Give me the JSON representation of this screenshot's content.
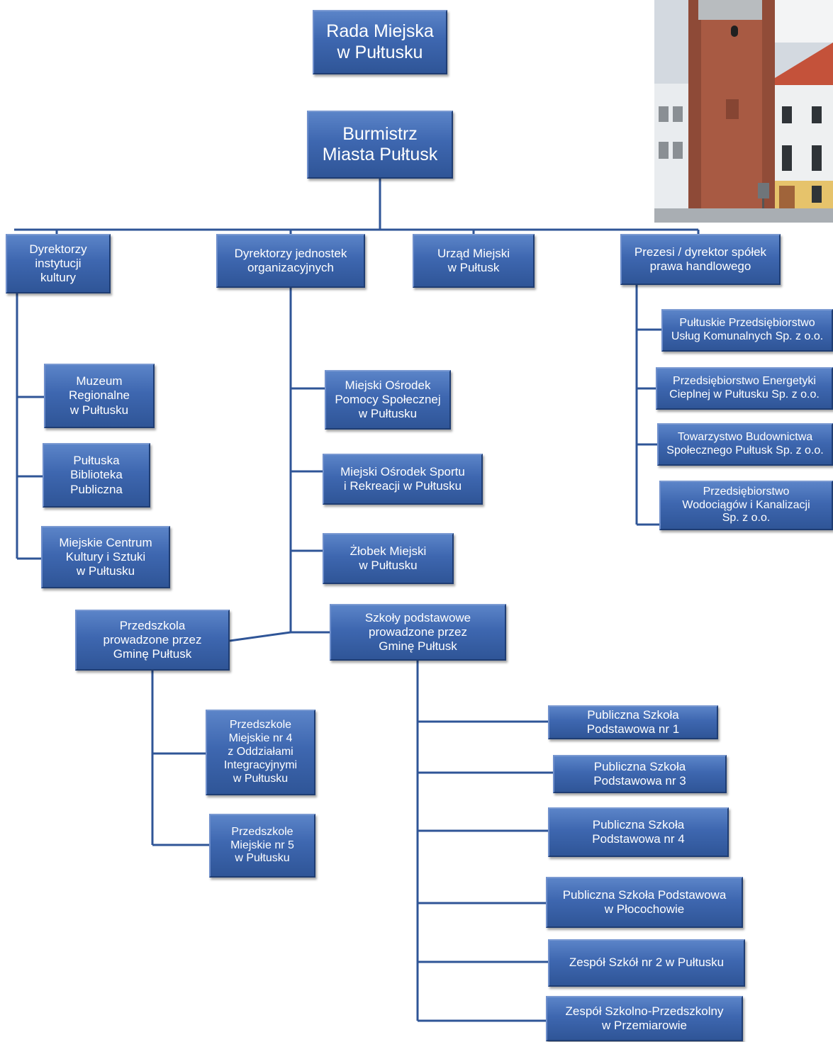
{
  "root": {
    "council": "Rada Miejska\nw Pułtusku",
    "mayor": "Burmistrz\nMiasta Pułtusk"
  },
  "level2": {
    "culture_directors": "Dyrektorzy\ninstytucji\nkultury",
    "unit_directors": "Dyrektorzy jednostek\norganizacyjnych",
    "city_office": "Urząd Miejski\nw Pułtusk",
    "company_heads": "Prezesi / dyrektor spółek\nprawa handlowego"
  },
  "culture": [
    "Muzeum\nRegionalne\nw Pułtusku",
    "Pułtuska\nBiblioteka\nPubliczna",
    "Miejskie Centrum\nKultury i Sztuki\nw Pułtusku"
  ],
  "units": [
    "Miejski Ośrodek\nPomocy Społecznej\nw Pułtusku",
    "Miejski Ośrodek Sportu\ni Rekreacji w Pułtusku",
    "Żłobek Miejski\nw Pułtusku"
  ],
  "companies": [
    "Pułtuskie Przedsiębiorstwo\nUsług Komunalnych Sp. z o.o.",
    "Przedsiębiorstwo Energetyki\nCieplnej w Pułtusku Sp. z o.o.",
    "Towarzystwo Budownictwa\nSpołecznego Pułtusk  Sp. z o.o.",
    "Przedsiębiorstwo\nWodociągów i Kanalizacji\nSp. z o.o."
  ],
  "kindergartens": {
    "group": "Przedszkola\nprowadzone przez\nGminę Pułtusk",
    "items": [
      "Przedszkole\nMiejskie nr 4\nz Oddziałami\nIntegracyjnymi\nw Pułtusku",
      "Przedszkole\nMiejskie nr 5\nw Pułtusku"
    ]
  },
  "schools": {
    "group": "Szkoły podstawowe\nprowadzone przez\nGminę Pułtusk",
    "items": [
      "Publiczna Szkoła\nPodstawowa nr 1",
      "Publiczna Szkoła\nPodstawowa nr 3",
      "Publiczna Szkoła\nPodstawowa nr 4",
      "Publiczna Szkoła Podstawowa\nw Płocochowie",
      "Zespół Szkół nr 2 w Pułtusku",
      "Zespół Szkolno-Przedszkolny\nw Przemiarowie"
    ]
  },
  "colors": {
    "box_fill": "#4472c4",
    "box_border": "#1f3d73",
    "connector": "#2f5597",
    "text": "#ffffff"
  }
}
